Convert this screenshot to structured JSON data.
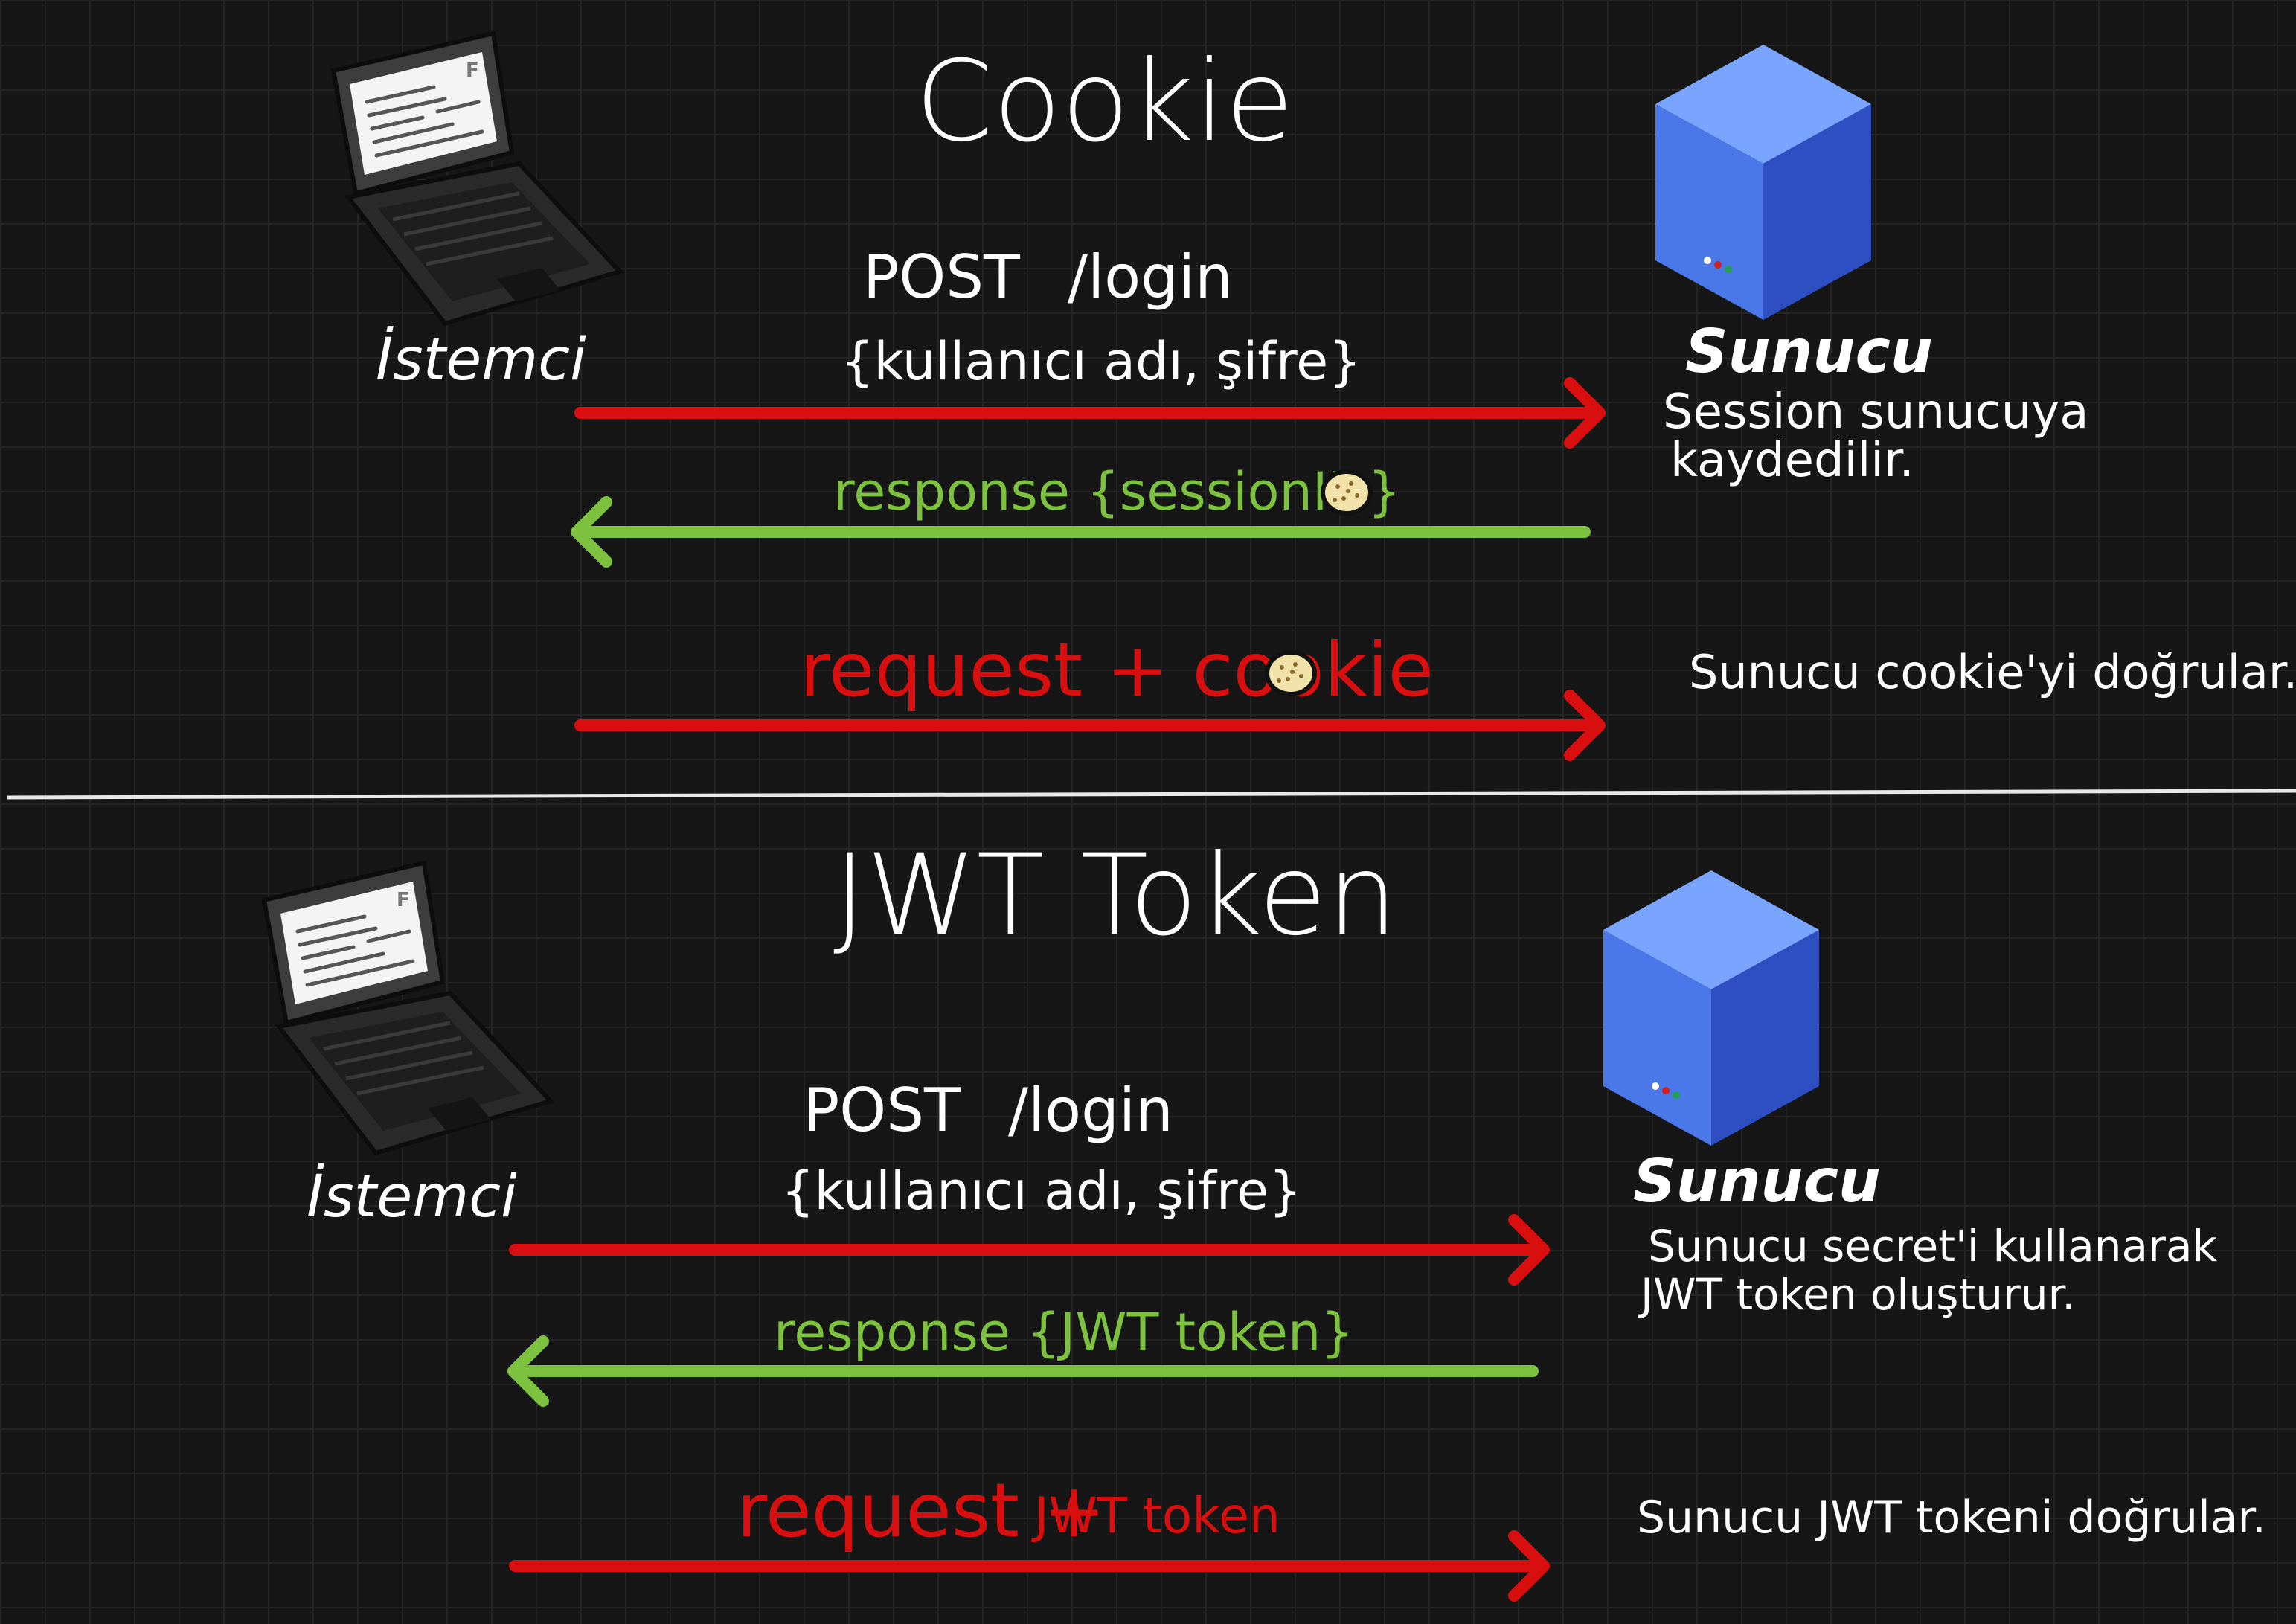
{
  "colors": {
    "background": "#161616",
    "grid": "#242424",
    "request_arrow": "#d90f0f",
    "response_arrow": "#7dc23e",
    "server_front": "#3c63d6",
    "server_side": "#2d4fc2",
    "server_top": "#7aa5ff",
    "divider": "#e8e8e8"
  },
  "sections": [
    {
      "title": "Cookie",
      "client_label": "İstemci",
      "server_label": "Sunucu",
      "server_note_lines": [
        "Session sunucuya",
        "kaydedilir."
      ],
      "step1_method": "POST",
      "step1_path": "/login",
      "step1_body": "{kullanıcı adı, şifre}",
      "step2_label": "response {sessionID}",
      "step3_label": "request + cookie",
      "step3_note": "Sunucu cookie'yi doğrular."
    },
    {
      "title": "JWT Token",
      "client_label": "İstemci",
      "server_label": "Sunucu",
      "server_note_lines": [
        "Sunucu secret'i kullanarak",
        "JWT token oluşturur."
      ],
      "step1_method": "POST",
      "step1_path": "/login",
      "step1_body": "{kullanıcı adı, şifre}",
      "step2_label": "response {JWT token}",
      "step3_label_prefix": "request +",
      "step3_label_suffix": "JWT token",
      "step3_note": "Sunucu JWT tokeni doğrular."
    }
  ],
  "icons": {
    "client": "laptop-icon",
    "server": "server-cube-icon",
    "cookie": "cookie-icon"
  }
}
